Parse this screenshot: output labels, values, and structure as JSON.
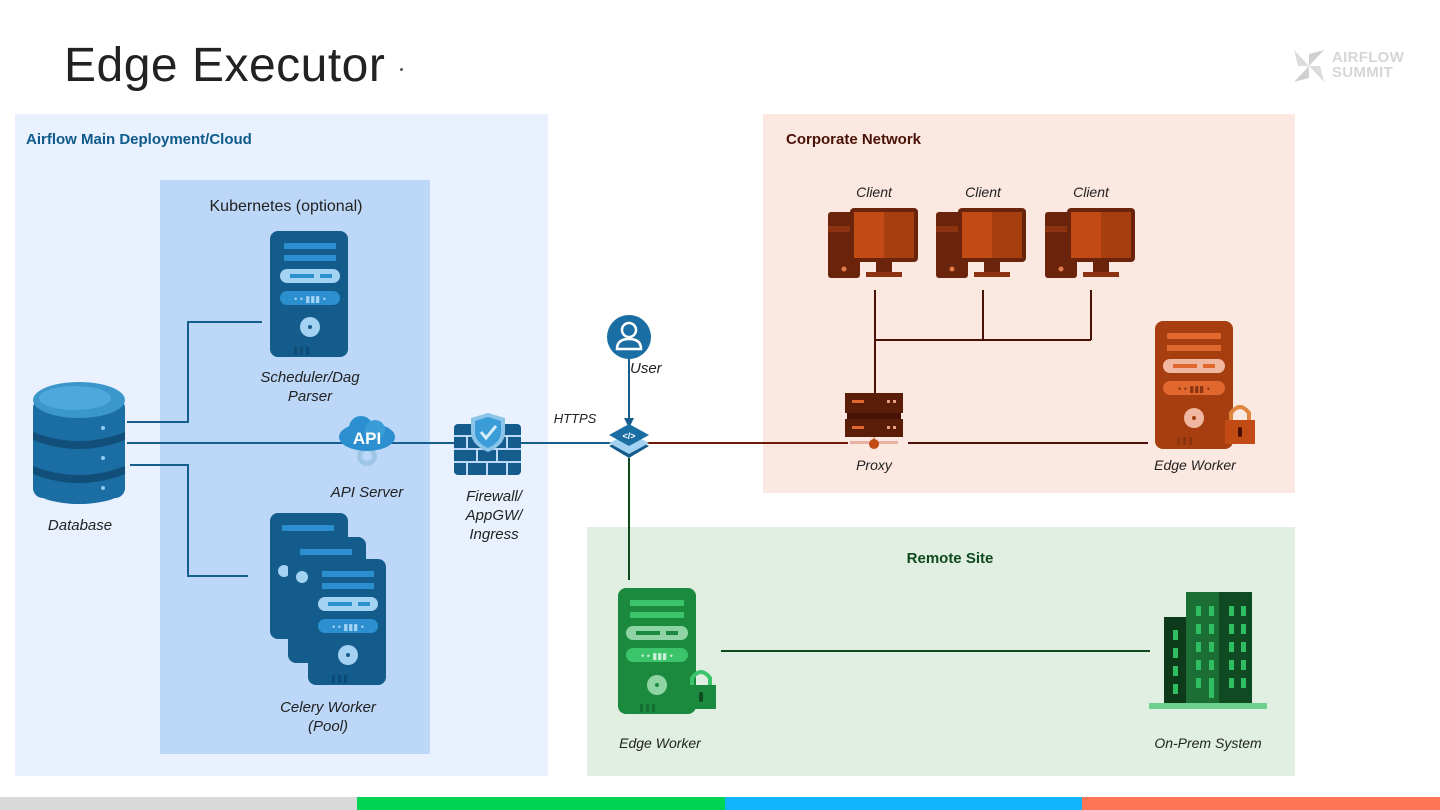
{
  "slide": {
    "title": "Edge Executor",
    "logo": {
      "line1": "AIRFLOW",
      "line2": "SUMMIT",
      "icon": "airflow-pinwheel-icon"
    }
  },
  "zones": {
    "cloud": {
      "title": "Airflow Main Deployment/Cloud",
      "color": "#0e5a8a"
    },
    "kubernetes": {
      "title": "Kubernetes (optional)"
    },
    "corporate": {
      "title": "Corporate Network",
      "color": "#4a1206"
    },
    "remote": {
      "title": "Remote Site",
      "color": "#0d4a1c"
    }
  },
  "nodes": {
    "database": {
      "label": "Database",
      "icon": "database-icon"
    },
    "scheduler": {
      "label_line1": "Scheduler/Dag",
      "label_line2": "Parser",
      "icon": "server-icon"
    },
    "api_server": {
      "label": "API Server",
      "icon": "api-cloud-icon",
      "icon_text": "API"
    },
    "celery": {
      "label_line1": "Celery Worker",
      "label_line2": "(Pool)",
      "icon": "server-stack-icon"
    },
    "firewall": {
      "label_line1": "Firewall/",
      "label_line2": "AppGW/",
      "label_line3": "Ingress",
      "icon": "firewall-shield-icon"
    },
    "user": {
      "label": "User",
      "icon": "user-icon"
    },
    "gateway": {
      "icon": "code-layers-icon",
      "connection_label": "HTTPS"
    },
    "clients": [
      {
        "label": "Client",
        "icon": "desktop-computer-icon"
      },
      {
        "label": "Client",
        "icon": "desktop-computer-icon"
      },
      {
        "label": "Client",
        "icon": "desktop-computer-icon"
      }
    ],
    "proxy": {
      "label": "Proxy",
      "icon": "proxy-server-icon"
    },
    "corp_edge_worker": {
      "label": "Edge Worker",
      "icon": "locked-server-icon"
    },
    "remote_edge_worker": {
      "label": "Edge Worker",
      "icon": "locked-server-icon"
    },
    "onprem": {
      "label": "On-Prem System",
      "icon": "office-building-icon"
    }
  },
  "footer": {
    "bar_colors": [
      "#d9d9d9",
      "#00d455",
      "#11b5fc",
      "#ff7657"
    ]
  }
}
